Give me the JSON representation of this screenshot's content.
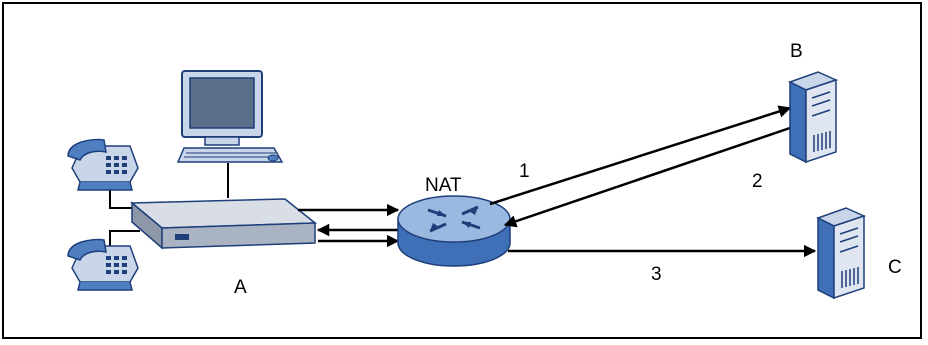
{
  "labels": {
    "nat": "NAT",
    "host_a": "A",
    "host_b": "B",
    "host_c": "C",
    "arrow_1": "1",
    "arrow_2": "2",
    "arrow_3": "3"
  },
  "icons": [
    "telephone-icon",
    "telephone-icon",
    "computer-icon",
    "switch-icon",
    "router-icon",
    "server-icon",
    "server-icon"
  ],
  "colors": {
    "device_blue": "#4f7fc0",
    "device_light": "#c9d6ea",
    "device_gray": "#c8ccd4",
    "line": "#000000"
  }
}
